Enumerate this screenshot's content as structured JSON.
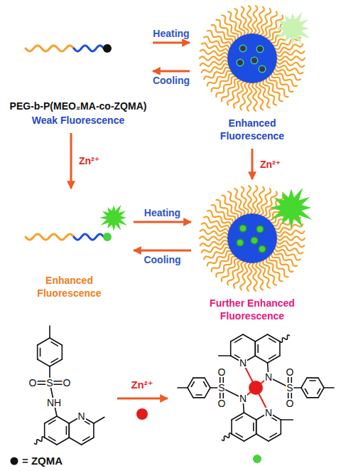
{
  "diagram": {
    "nodes": [
      {
        "text": [
          "PEG-b-P(MEO₂MA-co-ZQMA)",
          "Weak Fluorescence"
        ]
      },
      {
        "text": [
          "Enhanced Fluorescence"
        ]
      },
      {
        "text": [
          "Enhanced Fluorescence"
        ]
      },
      {
        "text": [
          "Further Enhanced Fluorescence"
        ]
      }
    ],
    "edges": [
      {
        "from": 0,
        "to": 1,
        "arrow": "to",
        "label": "Heating"
      },
      {
        "from": 1,
        "to": 0,
        "arrow": "to",
        "label": "Cooling"
      },
      {
        "from": 0,
        "to": 2,
        "arrow": "to",
        "label": "Zn²⁺"
      },
      {
        "from": 1,
        "to": 3,
        "arrow": "to",
        "label": "Zn²⁺"
      },
      {
        "from": 2,
        "to": 3,
        "arrow": "to",
        "label": "Heating"
      },
      {
        "from": 3,
        "to": 2,
        "arrow": "to",
        "label": "Cooling"
      }
    ],
    "labels": [
      "Zn²⁺",
      "O",
      "S",
      "O",
      "NH",
      "N",
      "N",
      "N",
      "S",
      "O",
      "O",
      "N",
      "N",
      "S",
      "O",
      "O"
    ],
    "legend": [
      {
        "text": "= ZQMA"
      }
    ]
  }
}
